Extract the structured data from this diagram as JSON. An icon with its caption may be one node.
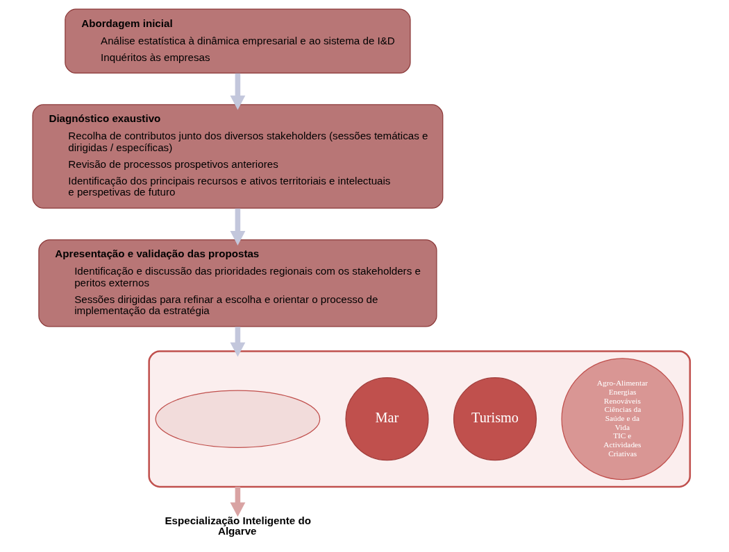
{
  "diagram": {
    "nodes": [
      {
        "text": [
          "Abordagem inicial",
          "Análise estatística à dinâmica empresarial e ao sistema de I&D",
          "Inquéritos às empresas"
        ]
      },
      {
        "text": [
          "Diagnóstico exaustivo",
          "Recolha de contributos junto dos diversos stakeholders (sessões temáticas e dirigidas / específicas)",
          "Revisão de processos prospetivos anteriores",
          "Identificação dos principais recursos e ativos territoriais e intelectuais e perspetivas de futuro"
        ]
      },
      {
        "text": [
          "Apresentação e validação das propostas",
          "Identificação e discussão das prioridades regionais com os stakeholders e peritos externos",
          "Sessões dirigidas para refinar a escolha e orientar o processo de implementação da estratégia"
        ]
      },
      {
        "text": [],
        "shape": "funnel"
      },
      {
        "text": [],
        "shape": "ellipse",
        "in": 3
      },
      {
        "text": [
          "Mar"
        ],
        "in": 3
      },
      {
        "text": [
          "Turismo"
        ],
        "in": 3
      },
      {
        "text": [
          "Agro-Alimentar",
          "Energias Renováveis",
          "Ciências da Saúde e da Vida",
          "TIC e Actividades Criativas"
        ],
        "in": 3
      },
      {
        "text": [
          "Especialização Inteligente do Algarve"
        ]
      }
    ],
    "edges": [
      {
        "from": 0,
        "to": 1,
        "arrow": "to"
      },
      {
        "from": 1,
        "to": 2,
        "arrow": "to"
      },
      {
        "from": 2,
        "to": 3,
        "arrow": "to"
      },
      {
        "from": 3,
        "to": 8,
        "arrow": "to",
        "color": "#d9a3a3"
      }
    ]
  }
}
